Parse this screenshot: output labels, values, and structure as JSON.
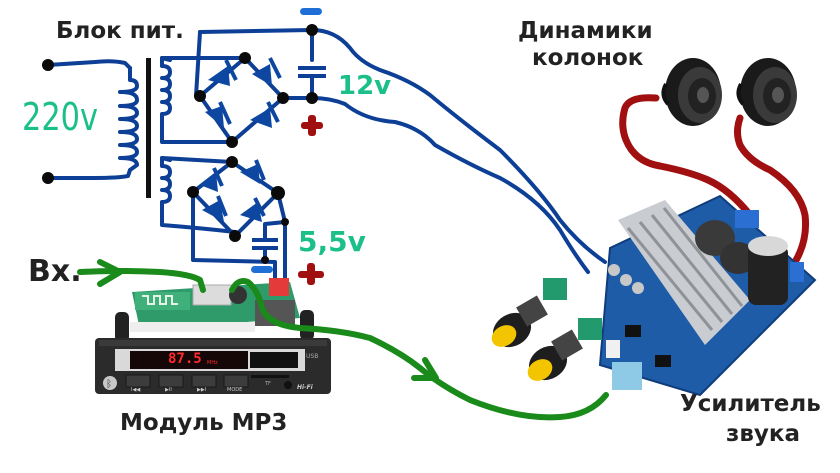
{
  "labels": {
    "power_supply": "Блок пит.",
    "mains_voltage": "220v",
    "rail_12v": "12v",
    "rail_5v": "5,5v",
    "input": "Bx.",
    "speakers_line1": "Динамики",
    "speakers_line2": "колонок",
    "mp3_module": "Модуль MP3",
    "amplifier_line1": "Усилитель",
    "amplifier_line2": "звука"
  },
  "polarity": {
    "minus": "−",
    "plus": "+"
  },
  "mp3_panel": {
    "display": "87.5",
    "display_unit": "MHz",
    "buttons": [
      "I◀◀",
      "▶II",
      "▶▶I",
      "MODE"
    ],
    "usb": "USB",
    "tf": "TF",
    "brand": "Hi-Fi"
  },
  "colors": {
    "wire_blue": "#0d3f96",
    "wire_green": "#1a8a1a",
    "wire_red": "#a01010",
    "voltage_text": "#1bbf8a",
    "plus_red": "#a01010",
    "minus_blue": "#1f6fd6",
    "label_text": "#222222",
    "diode_blue": "#0d47a1",
    "node_black": "#0a0a0a"
  }
}
